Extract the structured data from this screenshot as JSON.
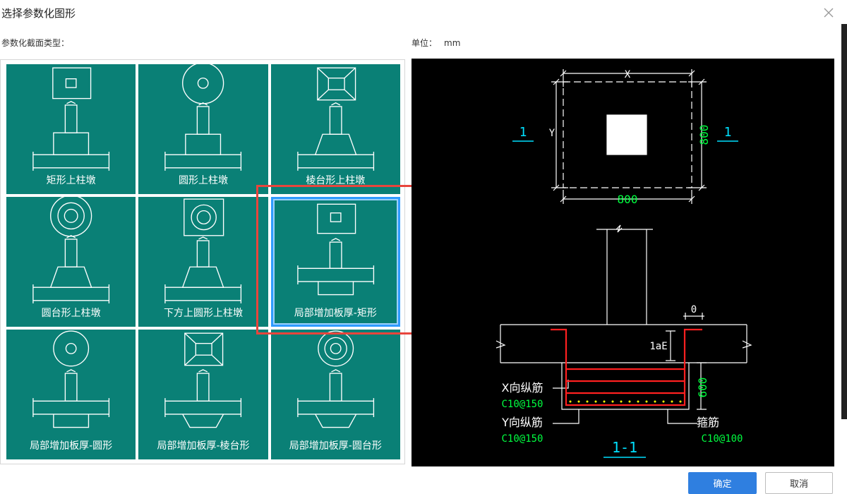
{
  "dialog": {
    "title": "选择参数化图形",
    "close_icon": "close-icon"
  },
  "section_label": "参数化截面类型：",
  "unit": {
    "label": "单位：",
    "value": "mm"
  },
  "tiles": [
    {
      "label": "矩形上柱墩",
      "shape": "rect-pier",
      "selected": false
    },
    {
      "label": "圆形上柱墩",
      "shape": "circle-pier",
      "selected": false
    },
    {
      "label": "棱台形上柱墩",
      "shape": "frustum-pier",
      "selected": false
    },
    {
      "label": "圆台形上柱墩",
      "shape": "round-frustum-pier",
      "selected": false
    },
    {
      "label": "下方上圆形上柱墩",
      "shape": "square-round-pier",
      "selected": false
    },
    {
      "label": "局部增加板厚-矩形",
      "shape": "local-thicken-rect",
      "selected": true
    },
    {
      "label": "局部增加板厚-圆形",
      "shape": "local-thicken-circle",
      "selected": false
    },
    {
      "label": "局部增加板厚-棱台形",
      "shape": "local-thicken-frustum",
      "selected": false
    },
    {
      "label": "局部增加板厚-圆台形",
      "shape": "local-thicken-round-frustum",
      "selected": false
    }
  ],
  "preview": {
    "dim_x": "X",
    "dim_y": "Y",
    "dim_width": "800",
    "dim_height": "800",
    "section_mark_left": "1",
    "section_mark_right": "1",
    "dim_zero": "0",
    "anchor_label": "1aE",
    "thickness": "600",
    "x_rebar_label": "X向纵筋",
    "x_rebar_spec": "C10@150",
    "y_rebar_label": "Y向纵筋",
    "y_rebar_spec": "C10@150",
    "stirrup_label": "箍筋",
    "stirrup_spec": "C10@100",
    "section_title": "1-1",
    "colors": {
      "line": "#ffffff",
      "rebar": "#ff2020",
      "dim": "#00ff40",
      "mark": "#00e0ff",
      "dot": "#ffff00"
    }
  },
  "buttons": {
    "ok": "确定",
    "cancel": "取消"
  }
}
